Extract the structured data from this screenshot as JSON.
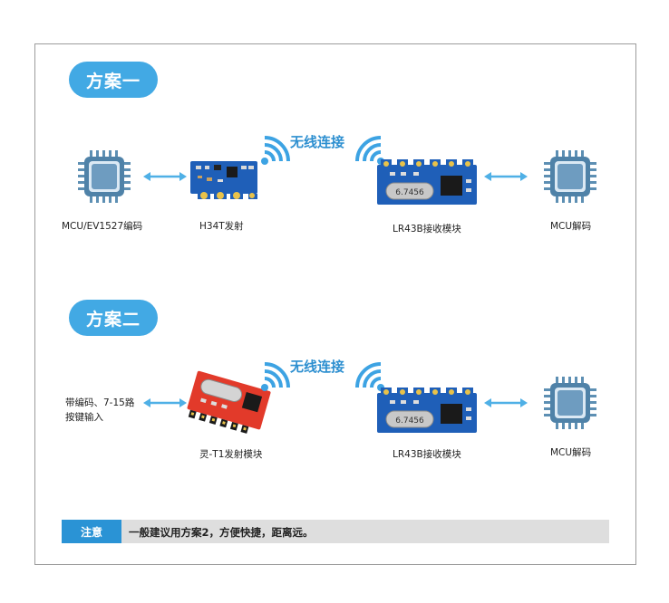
{
  "scheme1": {
    "title": "方案一",
    "mcu_left_label": "MCU/EV1527编码",
    "tx_label": "H34T发射",
    "wireless_label": "无线连接",
    "rx_label": "LR43B接收模块",
    "mcu_right_label": "MCU解码",
    "crystal_text": "6.7456"
  },
  "scheme2": {
    "title": "方案二",
    "input_label_line1": "带编码、7-15路",
    "input_label_line2": "按键输入",
    "tx_label": "灵-T1发射模块",
    "wireless_label": "无线连接",
    "rx_label": "LR43B接收模块",
    "mcu_right_label": "MCU解码",
    "crystal_text": "6.7456"
  },
  "note": {
    "tag": "注意",
    "text": "一般建议用方案2，方便快捷，距离远。"
  },
  "icons": [
    "chip-icon",
    "double-arrow-icon",
    "wifi-signal-icon",
    "transmitter-module-icon",
    "receiver-module-icon"
  ],
  "colors": {
    "accent": "#42a9e4",
    "chip": "#5d8fb3",
    "pcb_blue": "#1f5fb8",
    "pcb_red": "#e23a2a",
    "note_bar": "#dedede"
  }
}
